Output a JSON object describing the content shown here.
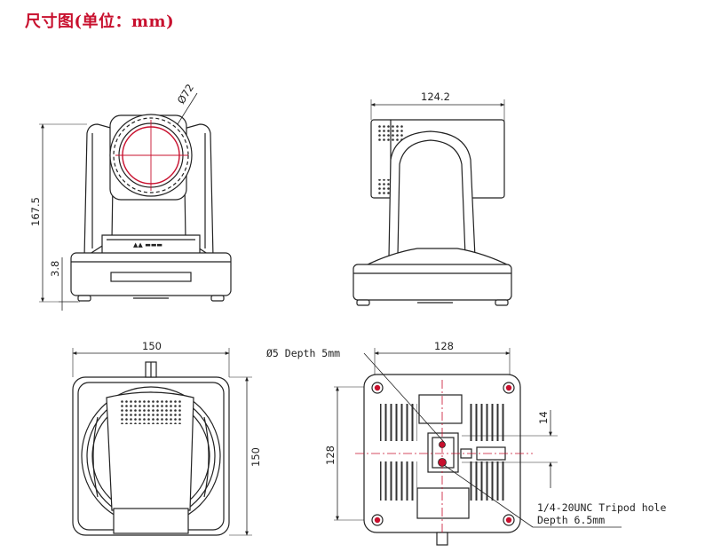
{
  "title": "尺寸图(单位：mm)",
  "accent_color": "#c8102e",
  "dimensions": {
    "front_lens_diameter": "Ø72",
    "front_height": "167.5",
    "front_foot": "3.8",
    "side_width": "124.2",
    "top_width": "150",
    "top_depth": "150",
    "bottom_width": "128",
    "bottom_depth": "128",
    "bottom_offset": "14"
  },
  "notes": {
    "screw_hole_line1": "Ø5 Depth 5mm",
    "tripod_line1": "1/4-20UNC Tripod hole",
    "tripod_line2": "Depth 6.5mm"
  }
}
